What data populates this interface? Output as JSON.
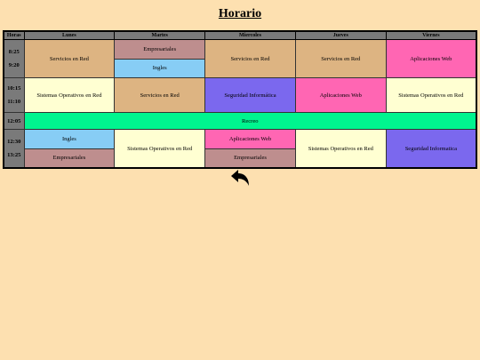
{
  "title": "Horario",
  "headers": [
    "Horas",
    "Lunes",
    "Martes",
    "Miercoles",
    "Jueves",
    "Viernes"
  ],
  "hours": {
    "h1a": "8:25",
    "h1b": "9:20",
    "h2a": "10:15",
    "h2b": "11:10",
    "h3": "12:05",
    "h4a": "12:30",
    "h4b": "13:25"
  },
  "cells": {
    "lun1": "Servicios en Red",
    "mar1a": "Empresariales",
    "mar1b": "Ingles",
    "mie1": "Servicios en Red",
    "jue1": "Servicios en Red",
    "vie1": "Aplicaciones Web",
    "lun2": "Sistemas Operativos en Red",
    "mar2": "Servicios en Red",
    "mie2": "Seguridad Informática",
    "jue2": "Aplicaciones Web",
    "vie2": "Sistemas Operativos en Red",
    "recreo": "Recreo",
    "lun4a": "Ingles",
    "lun4b": "Empresariales",
    "mar4": "Sistemas Operativos en Red",
    "mie4a": "Aplicaciones Web",
    "mie4b": "Empresariales",
    "jue4": "Sistemas Operativos en Red",
    "vie4": "Seguridad Informatica"
  },
  "colors": {
    "servicios_en_red": "#ddb482",
    "empresariales": "#be8e8e",
    "ingles": "#87cdf5",
    "aplicaciones_web": "#ff66b3",
    "sistemas_operativos": "#ffffd2",
    "seguridad": "#7b68ee",
    "recreo": "#00f58f"
  },
  "icons": {
    "back": "back-arrow-icon"
  }
}
